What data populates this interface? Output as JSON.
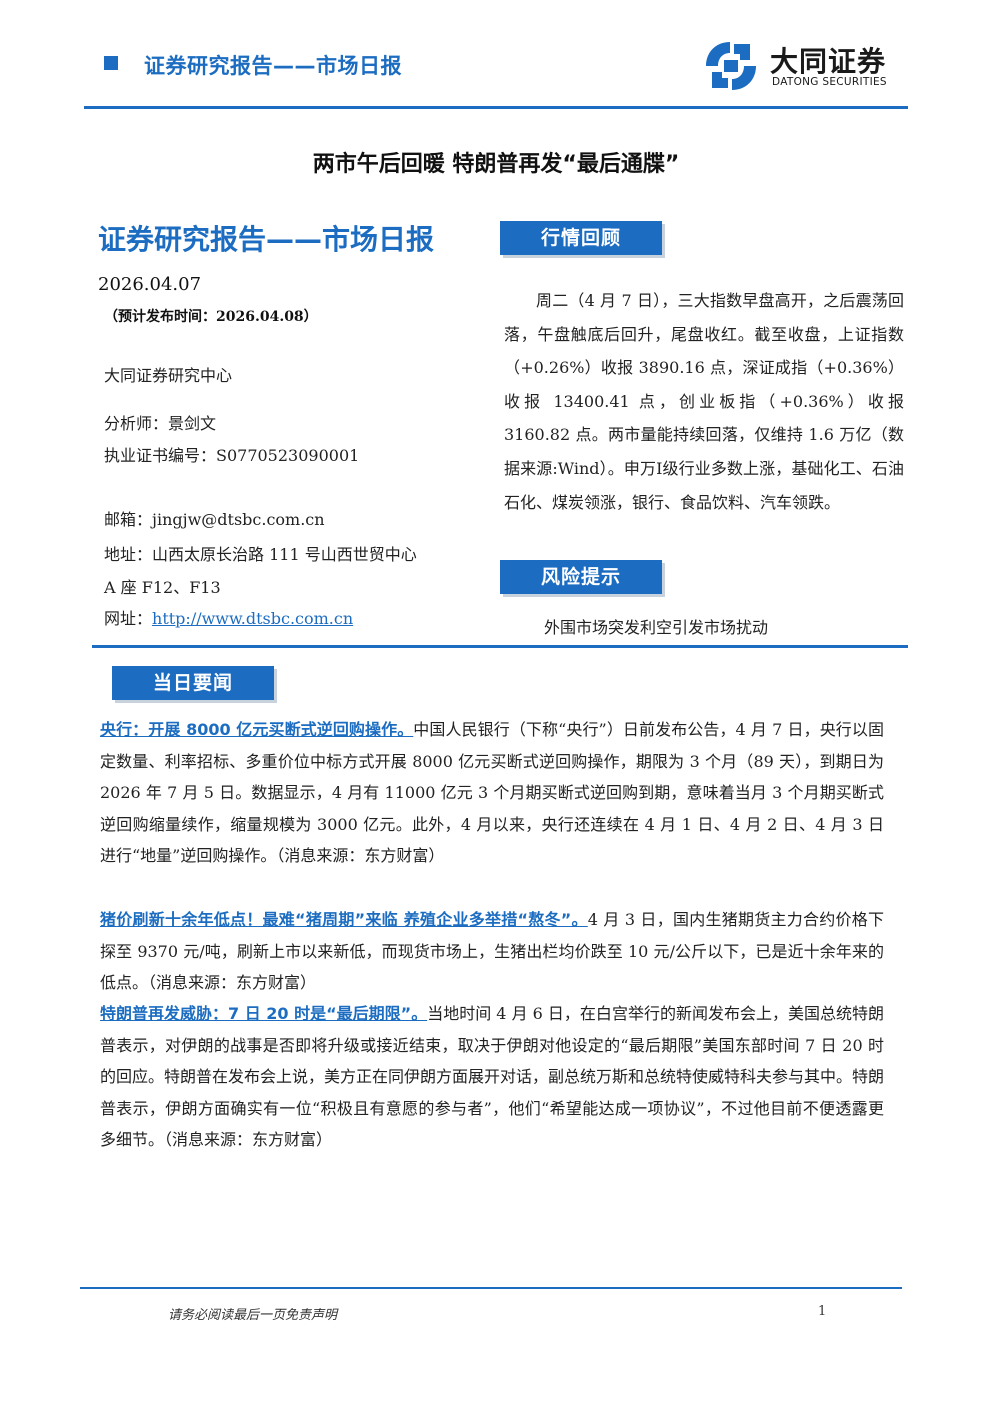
{
  "header": {
    "title": "证券研究报告——市场日报",
    "logo_cn": "大同证券",
    "logo_en": "DATONG SECURITIES"
  },
  "main_title": "两市午后回暖 特朗普再发“最后通牒”",
  "left": {
    "title": "证券研究报告——市场日报",
    "date": "2026.04.07",
    "pub_time": "（预计发布时间：2026.04.08）",
    "org": "大同证券研究中心",
    "analyst": "分析师：景剑文",
    "cert": "执业证书编号：S0770523090001",
    "email": "邮箱：jingjw@dtsbc.com.cn",
    "address_1": "地址：山西太原长治路 111 号山西世贸中心",
    "address_2": "A 座 F12、F13",
    "website_label": "网址：",
    "website": "http://www.dtsbc.com.cn"
  },
  "review": {
    "tag": "行情回顾",
    "body": "周二（4 月 7 日），三大指数早盘高开，之后震荡回落，午盘触底后回升，尾盘收红。截至收盘，上证指数（+0.26%）收报 3890.16 点，深证成指（+0.36%）收报 13400.41 点，创业板指（+0.36%）收报 3160.82 点。两市量能持续回落，仅维持 1.6 万亿（数据来源:Wind）。申万Ⅰ级行业多数上涨，基础化工、石油石化、煤炭领涨，银行、食品饮料、汽车领跌。"
  },
  "risk": {
    "tag": "风险提示",
    "body": "外围市场突发利空引发市场扰动"
  },
  "news": {
    "tag": "当日要闻",
    "items": [
      {
        "headline": "央行：开展 8000 亿元买断式逆回购操作。",
        "body": "中国人民银行（下称“央行”）日前发布公告，4 月 7 日，央行以固定数量、利率招标、多重价位中标方式开展 8000 亿元买断式逆回购操作，期限为 3 个月（89 天），到期日为 2026 年 7 月 5 日。数据显示，4 月有 11000 亿元 3 个月期买断式逆回购到期，意味着当月 3 个月期买断式逆回购缩量续作，缩量规模为 3000 亿元。此外，4 月以来，央行还连续在 4 月 1 日、4 月 2 日、4 月 3 日进行“地量”逆回购操作。（消息来源：东方财富）"
      },
      {
        "headline": "猪价刷新十余年低点！最难“猪周期”来临 养殖企业多举措“熬冬”。",
        "body": "4 月 3 日，国内生猪期货主力合约价格下探至 9370 元/吨，刷新上市以来新低，而现货市场上，生猪出栏均价跌至 10 元/公斤以下，已是近十余年来的低点。（消息来源：东方财富）"
      },
      {
        "headline": "特朗普再发威胁：7 日 20 时是“最后期限”。",
        "body": "当地时间 4 月 6 日，在白宫举行的新闻发布会上，美国总统特朗普表示，对伊朗的战事是否即将升级或接近结束，取决于伊朗对他设定的“最后期限”美国东部时间 7 日 20 时的回应。特朗普在发布会上说，美方正在同伊朗方面展开对话，副总统万斯和总统特使威特科夫参与其中。特朗普表示，伊朗方面确实有一位“积极且有意愿的参与者”，他们“希望能达成一项协议”，不过他目前不便透露更多细节。（消息来源：东方财富）"
      }
    ]
  },
  "footer": {
    "disclaimer": "请务必阅读最后一页免责声明",
    "page": "1"
  },
  "colors": {
    "brand_blue": "#1c6dc1"
  }
}
